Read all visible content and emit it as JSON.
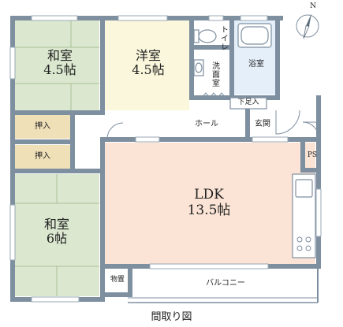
{
  "rooms": {
    "washitsu_north": {
      "name": "和室",
      "size": "4.5帖"
    },
    "youshitsu": {
      "name": "洋室",
      "size": "4.5帖"
    },
    "washitsu_south": {
      "name": "和室",
      "size": "6帖"
    },
    "ldk": {
      "name": "LDK",
      "size": "13.5帖"
    }
  },
  "labels": {
    "toilet": "トイレ",
    "bath": "浴室",
    "washroom": "洗面室",
    "shoe_storage": "下足入",
    "hall": "ホール",
    "entrance": "玄関",
    "closet_1": "押入",
    "closet_2": "押入",
    "ps": "PS",
    "storage": "物置",
    "balcony": "バルコニー"
  },
  "compass": {
    "north": "N"
  },
  "caption": "間取り図",
  "colors": {
    "wall": "#7e8fa0",
    "tatami": "#dbe8cf",
    "youshitsu_floor": "#fbf7dc",
    "closet": "#efe0b8",
    "bath": "#e4effa",
    "ldk_floor": "#fbe4d6",
    "window": "#9aa8b4"
  }
}
